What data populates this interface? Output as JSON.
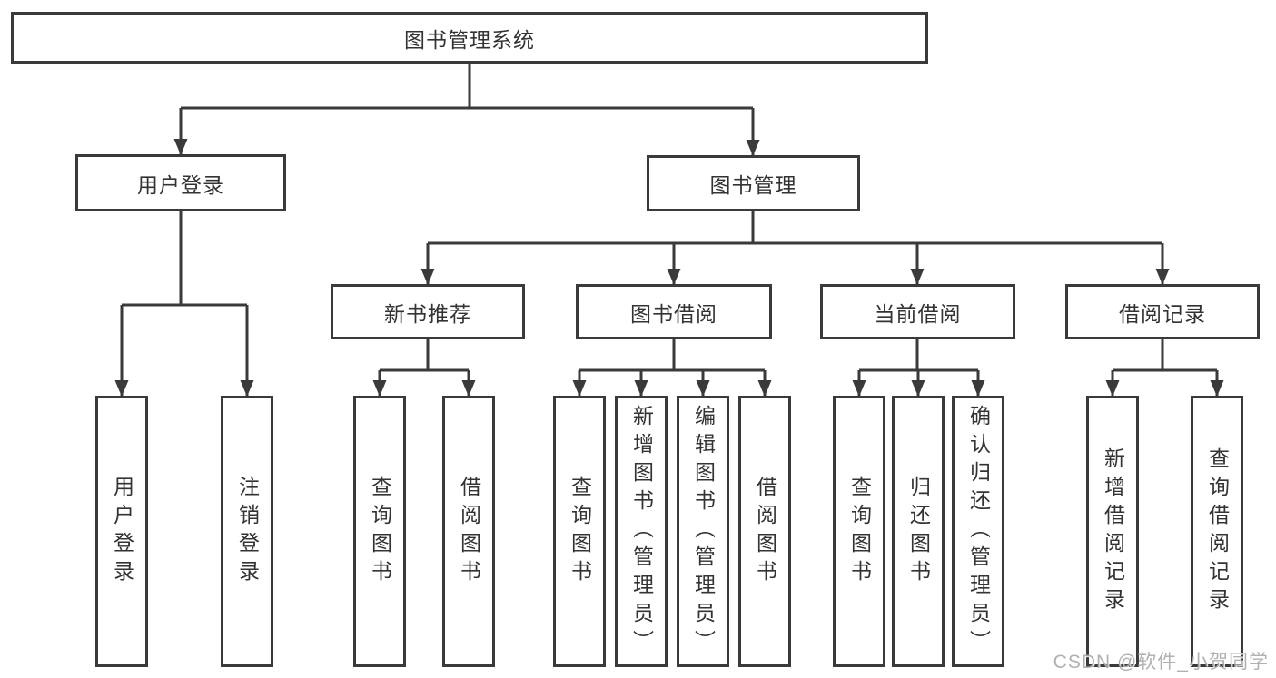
{
  "diagram": {
    "root": {
      "label": "图书管理系统"
    },
    "user_login": {
      "label": "用户登录",
      "children": [
        "用户登录",
        "注销登录"
      ]
    },
    "book_mgmt": {
      "label": "图书管理",
      "sections": {
        "new_book": {
          "label": "新书推荐",
          "children": [
            "查询图书",
            "借阅图书"
          ]
        },
        "book_borrow": {
          "label": "图书借阅",
          "children": [
            "查询图书",
            "新增图书（管理员）",
            "编辑图书（管理员）",
            "借阅图书"
          ]
        },
        "current_borrow": {
          "label": "当前借阅",
          "children": [
            "查询图书",
            "归还图书",
            "确认归还（管理员）"
          ]
        },
        "borrow_record": {
          "label": "借阅记录",
          "children": [
            "新增借阅记录",
            "查询借阅记录"
          ]
        }
      }
    }
  },
  "watermark": {
    "text": "CSDN @软件_小贺同学"
  },
  "colors": {
    "line": "#3a3a3a",
    "text": "#333333",
    "background": "#ffffff",
    "watermark": "#a9a9a9"
  }
}
